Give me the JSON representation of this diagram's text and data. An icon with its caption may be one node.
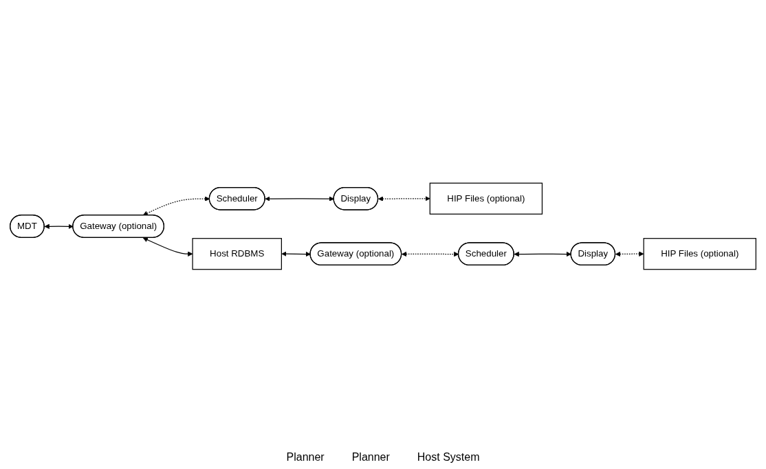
{
  "diagram": {
    "nodes": [
      {
        "text": [
          "Gateway (optional)"
        ]
      },
      {
        "text": [
          "MDT"
        ]
      },
      {
        "text": [
          "Host RDBMS"
        ]
      },
      {
        "text": [
          "Gateway (optional)"
        ]
      },
      {
        "text": [
          "Scheduler"
        ]
      },
      {
        "text": [
          "Display"
        ]
      },
      {
        "text": [
          "HIP Files (optional)"
        ]
      },
      {
        "text": [
          "Scheduler"
        ]
      },
      {
        "text": [
          "Display"
        ]
      },
      {
        "text": [
          "HIP Files (optional)"
        ]
      }
    ],
    "edges": [
      {
        "from": 0,
        "to": 4,
        "arrow": "both",
        "style": "dashed"
      },
      {
        "from": 1,
        "to": 0,
        "arrow": "both"
      },
      {
        "from": 0,
        "to": 2,
        "arrow": "both"
      },
      {
        "from": 4,
        "to": 5,
        "arrow": "both"
      },
      {
        "from": 5,
        "to": 6,
        "arrow": "both",
        "style": "dashed"
      },
      {
        "from": 2,
        "to": 3,
        "arrow": "both"
      },
      {
        "from": 3,
        "to": 7,
        "arrow": "both",
        "style": "dashed"
      },
      {
        "from": 7,
        "to": 8,
        "arrow": "both"
      },
      {
        "from": 8,
        "to": 9,
        "arrow": "both",
        "style": "dashed"
      }
    ],
    "labels": [
      "Planner",
      "Planner",
      "Host System"
    ]
  }
}
